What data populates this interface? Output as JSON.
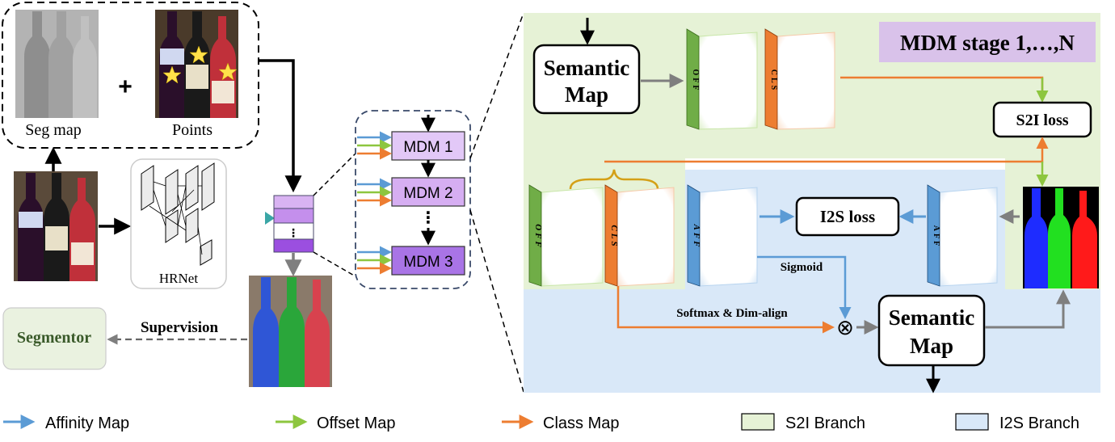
{
  "input": {
    "seg_map_label": "Seg map",
    "points_label": "Points",
    "plus_sign": "+"
  },
  "backbone": {
    "label": "HRNet"
  },
  "segmentor": {
    "label": "Segmentor"
  },
  "supervision": {
    "label": "Supervision"
  },
  "stack": {
    "dots": "⋮"
  },
  "mdm_modules": [
    "MDM 1",
    "MDM 2",
    "MDM 3"
  ],
  "mdm_ellipsis": "⋮",
  "detail": {
    "stage_label": "MDM stage 1,…,N",
    "semantic_map_top": [
      "Semantic",
      "Map"
    ],
    "semantic_map_bottom": [
      "Semantic",
      "Map"
    ],
    "s2i_loss": "S2I loss",
    "i2s_loss": "I2S loss",
    "sigmoid": "Sigmoid",
    "softmax": "Softmax & Dim-align",
    "multiply": "⊗",
    "maps": {
      "off": "OFF",
      "cls": "CLS",
      "off_hat": "OFF",
      "cls_hat": "CLS",
      "aff_hat": "AFF",
      "aff": "AFF"
    }
  },
  "legend": {
    "affinity": "Affinity Map",
    "offset": "Offset Map",
    "class": "Class Map",
    "s2i": "S2I Branch",
    "i2s": "I2S Branch"
  },
  "colors": {
    "affinity": "#5b9bd5",
    "offset": "#8dc63f",
    "class": "#ed7d31",
    "s2i_bg": "#e6f2d6",
    "i2s_bg": "#d9e8f8",
    "stage_bg": "#d9c2ea",
    "mdm_fill": "#d9b3f2",
    "mdm_fill_dark": "#a678e0",
    "off_bar": "#70ad47",
    "cls_bar": "#ed7d31",
    "aff_bar": "#5b9bd5",
    "gray_arrow": "#7f7f7f"
  }
}
